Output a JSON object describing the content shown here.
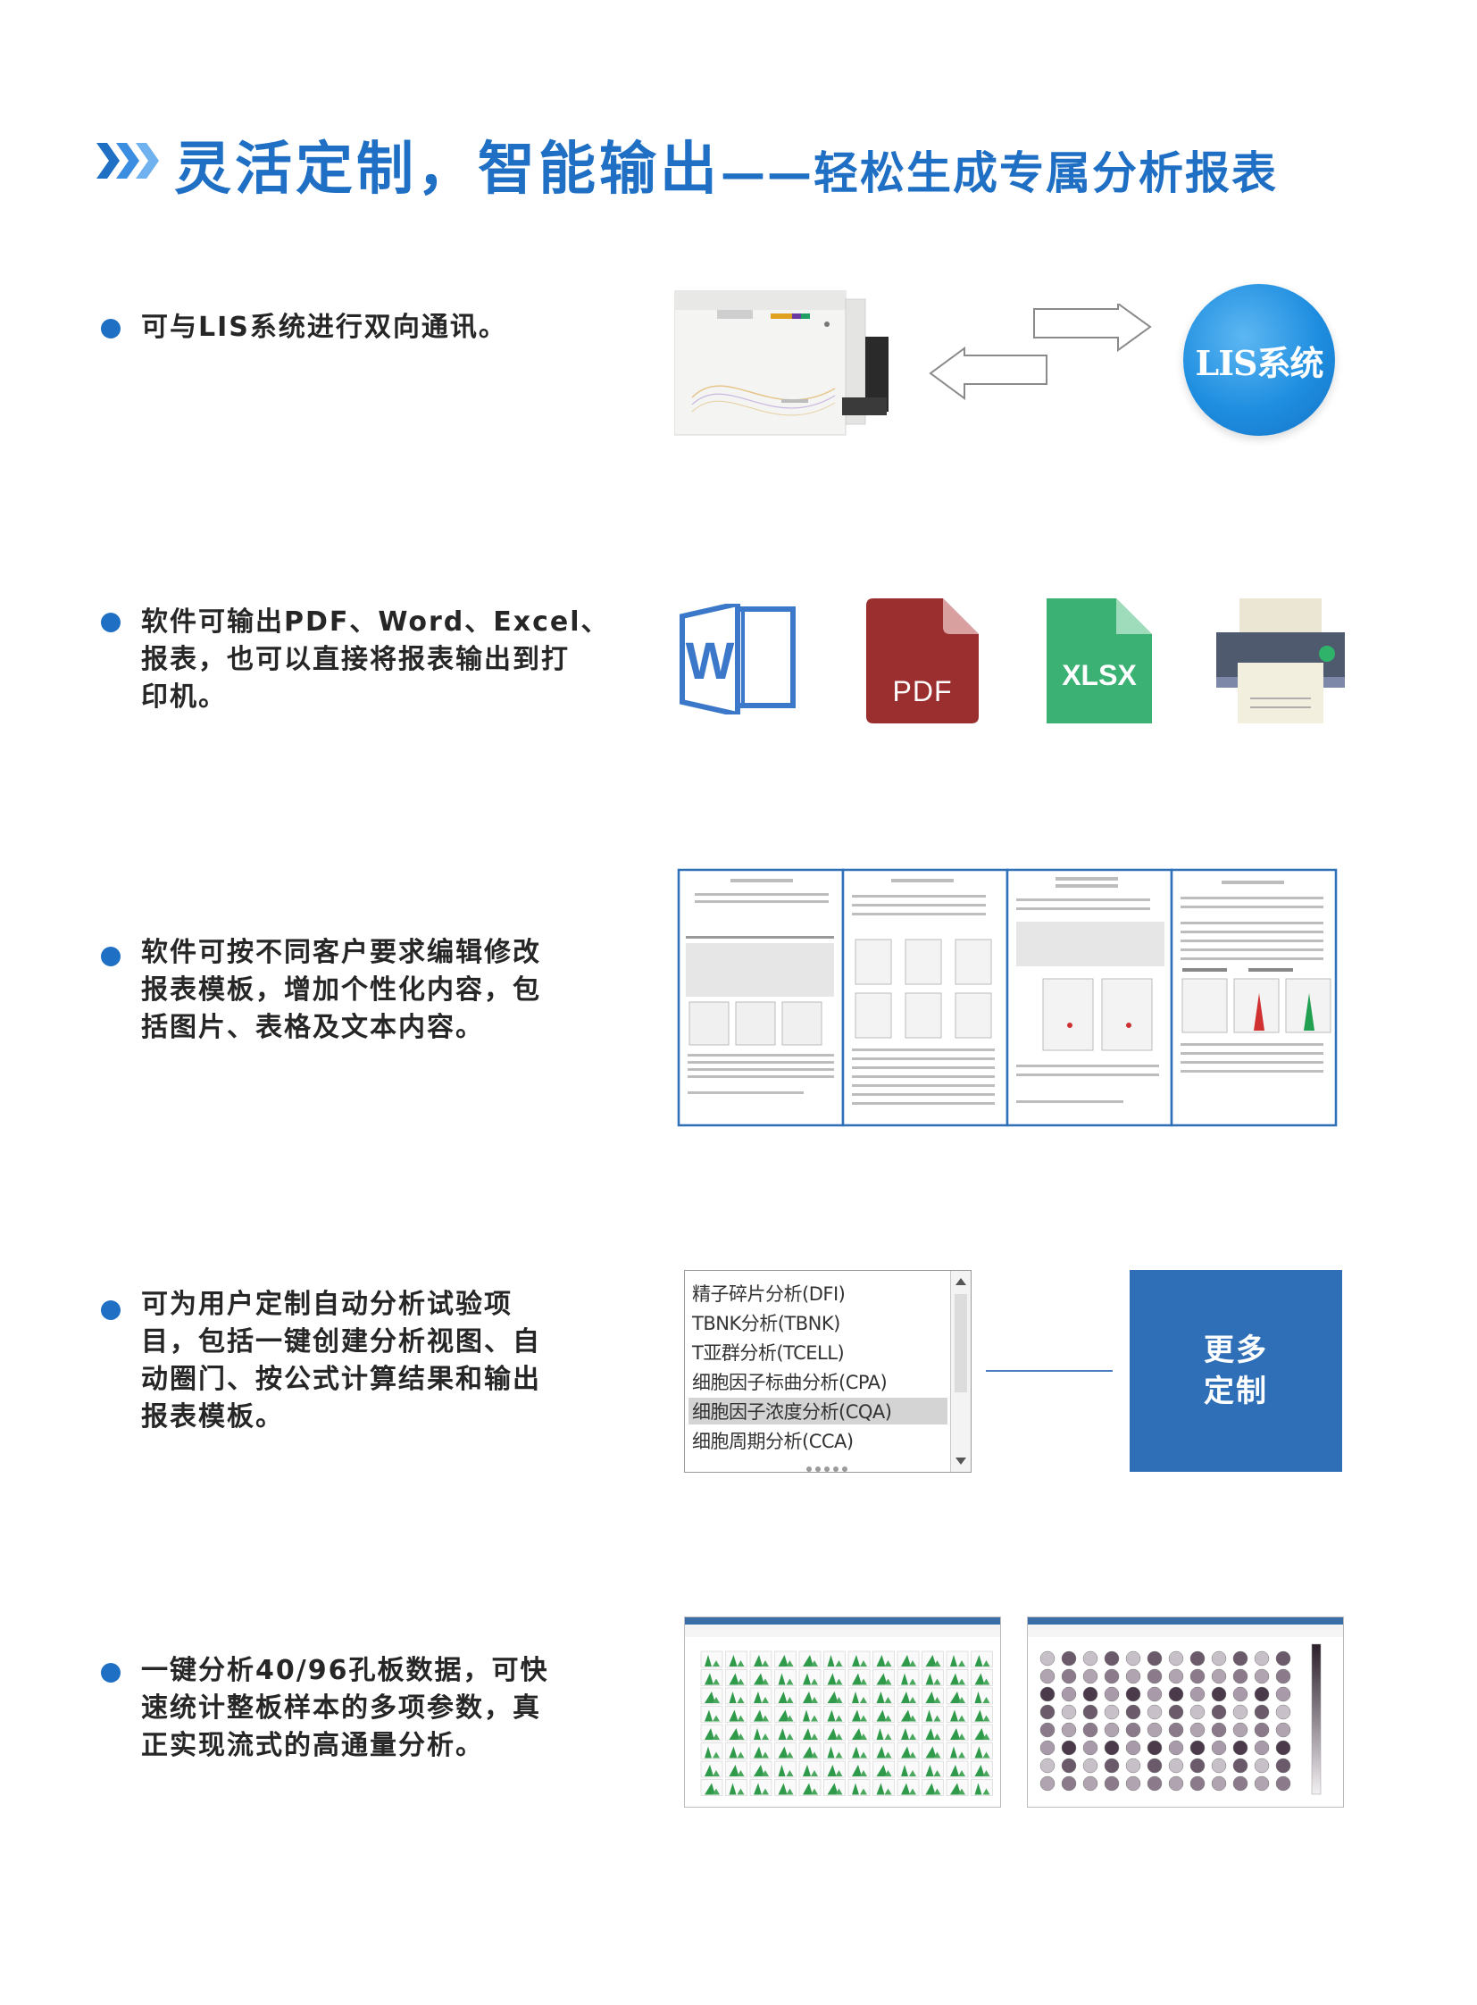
{
  "title": {
    "main": "灵活定制，智能输出",
    "sub": "——轻松生成专属分析报表"
  },
  "sections": [
    {
      "lines": [
        "可与LIS系统进行双向通讯。"
      ]
    },
    {
      "lines": [
        "软件可输出PDF、Word、Excel、",
        "报表，也可以直接将报表输出到打",
        "印机。"
      ]
    },
    {
      "lines": [
        "软件可按不同客户要求编辑修改",
        "报表模板，增加个性化内容，包",
        "括图片、表格及文本内容。"
      ]
    },
    {
      "lines": [
        "可为用户定制自动分析试验项",
        "目，包括一键创建分析视图、自",
        "动圈门、按公式计算结果和输出",
        "报表模板。"
      ]
    },
    {
      "lines": [
        " 一键分析40/96孔板数据，可快",
        "速统计整板样本的多项参数，真",
        "正实现流式的高通量分析。"
      ]
    }
  ],
  "lis": {
    "label": "LIS系统"
  },
  "export_icons": {
    "pdf": "PDF",
    "xlsx": "XLSX"
  },
  "analysis_list": {
    "items": [
      "精子碎片分析(DFI)",
      "TBNK分析(TBNK)",
      "T亚群分析(TCELL)",
      "细胞因子标曲分析(CPA)",
      "细胞因子浓度分析(CQA)",
      "细胞周期分析(CCA)"
    ],
    "selected_index": 4
  },
  "more": {
    "label": "更多\n定制"
  },
  "colors": {
    "brand_blue": "#1f6fc4",
    "box_blue": "#2f6fb8",
    "pdf_red": "#9b2f2f",
    "xlsx_green": "#3bb273"
  },
  "icons": [
    "chevron-right-icon",
    "double-arrow-icon",
    "word-icon",
    "pdf-file-icon",
    "xlsx-file-icon",
    "printer-icon"
  ]
}
